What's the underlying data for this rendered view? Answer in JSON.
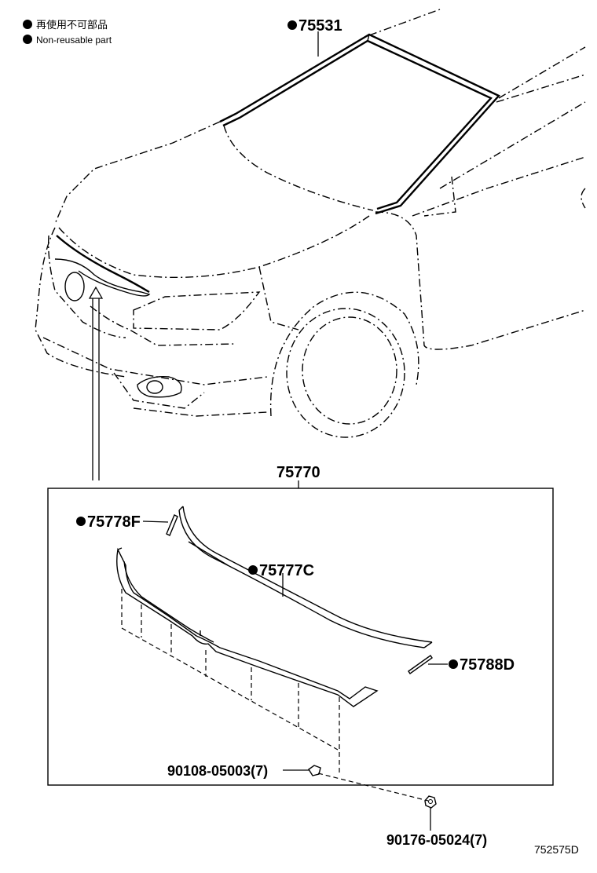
{
  "legend": {
    "jp": "再使用不可部品",
    "en": "Non-reusable part"
  },
  "parts": {
    "windshield_moulding": "75531",
    "hood_moulding_assy": "75770",
    "part_f": "75778F",
    "part_c": "75777C",
    "part_d": "75788D",
    "clip": "90108-05003(7)",
    "nut": "90176-05024(7)"
  },
  "figure_id": "752575D",
  "marker_icon": "filled-circle"
}
